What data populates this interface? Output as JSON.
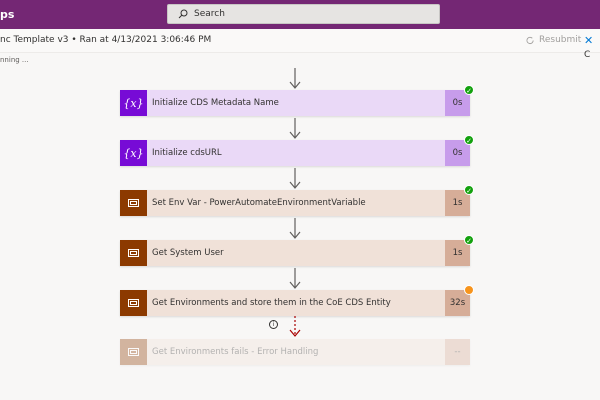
{
  "header": {
    "app_name": "ps",
    "search_placeholder": "Search"
  },
  "run": {
    "title": "nc Template v3 • Ran at 4/13/2021 3:06:46 PM",
    "resubmit": "Resubmit",
    "cancel": "C",
    "status": "nning ..."
  },
  "steps": [
    {
      "label": "Initialize CDS Metadata Name",
      "duration": "0s",
      "type": "variable",
      "status": "succeeded",
      "icon": "variable-icon"
    },
    {
      "label": "Initialize cdsURL",
      "duration": "0s",
      "type": "variable",
      "status": "succeeded",
      "icon": "variable-icon"
    },
    {
      "label": "Set Env Var - PowerAutomateEnvironmentVariable",
      "duration": "1s",
      "type": "connector",
      "status": "succeeded",
      "icon": "connector-icon"
    },
    {
      "label": "Get System User",
      "duration": "1s",
      "type": "connector",
      "status": "succeeded",
      "icon": "connector-icon"
    },
    {
      "label": "Get Environments and store them in the CoE CDS Entity",
      "duration": "32s",
      "type": "connector",
      "status": "running",
      "icon": "connector-icon"
    },
    {
      "label": "Get Environments fails - Error Handling",
      "duration": "--",
      "type": "connector",
      "status": "pending",
      "icon": "connector-icon"
    }
  ],
  "info_icon": "i",
  "colors": {
    "brand": "#742774",
    "variable": "#770bd6",
    "connector": "#8c3a00",
    "success": "#13a10e",
    "running": "#f7941d"
  }
}
